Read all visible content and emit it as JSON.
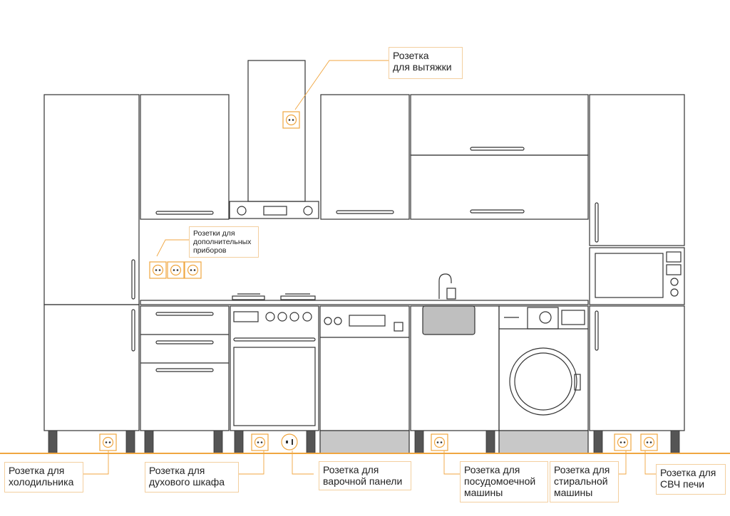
{
  "colors": {
    "outline": "#333333",
    "accent": "#f0a640",
    "accent_light": "#f3cf9f",
    "panel_gray": "#c8c8c8",
    "floor": "#f0a640"
  },
  "labels": {
    "hood": "Розетка\nдля вытяжки",
    "extra": "Розетки для\nдополнительных\nприборов",
    "fridge": "Розетка для\nхолодильника",
    "oven": "Розетка для\nдухового шкафа",
    "hob": "Розетка для\nварочной панели",
    "dishwasher": "Розетка для\nпосудомоечной\nмашины",
    "washer": "Розетка для\nстиральной\nмашины",
    "microwave": "Розетка для\nСВЧ печи"
  },
  "icons": {
    "socket": "socket-icon",
    "hob_socket": "hob-socket-icon"
  }
}
